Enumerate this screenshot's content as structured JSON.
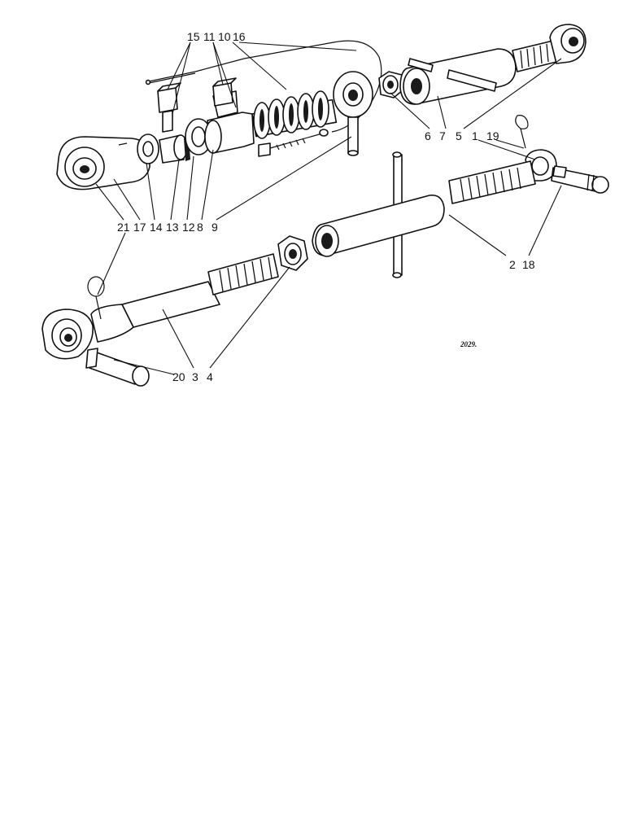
{
  "drawing_ref": "2029.",
  "callouts": {
    "top_group": [
      "15",
      "11",
      "10",
      "16"
    ],
    "right_group": [
      "6",
      "7",
      "5",
      "1",
      "19"
    ],
    "left_group": [
      "21",
      "17",
      "14",
      "13",
      "12",
      "8",
      "9"
    ],
    "mid_right_group": [
      "2",
      "18"
    ],
    "bottom_group": [
      "20",
      "3",
      "4"
    ]
  },
  "assemblies": [
    "upper-assembly-exploded",
    "lower-top-link-exploded"
  ]
}
